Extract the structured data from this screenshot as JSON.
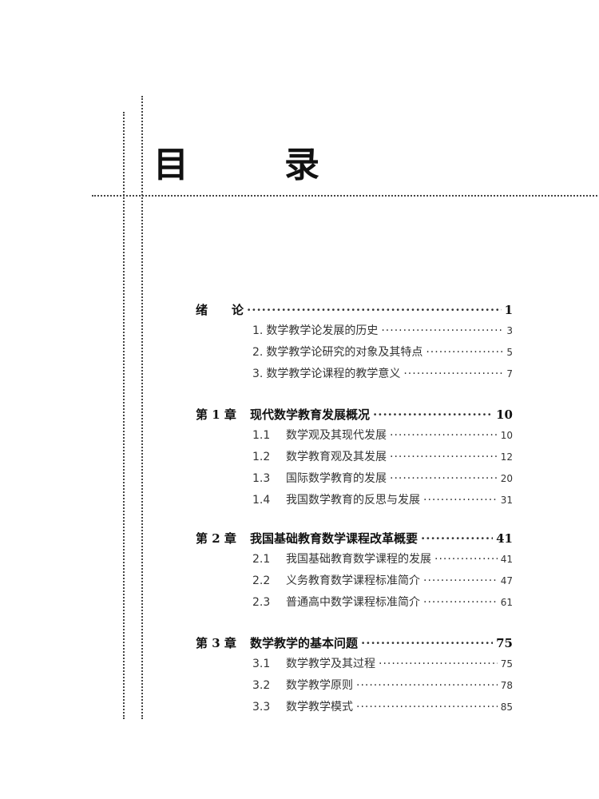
{
  "title": "目　录",
  "chapters": [
    {
      "num": "绪　　论",
      "title": "",
      "page": "1",
      "sections": [
        {
          "num": "1.",
          "title": "数学教学论发展的历史",
          "page": "3"
        },
        {
          "num": "2.",
          "title": "数学教学论研究的对象及其特点",
          "page": "5"
        },
        {
          "num": "3.",
          "title": "数学教学论课程的教学意义",
          "page": "7"
        }
      ]
    },
    {
      "num": "第 1 章",
      "title": "现代数学教育发展概况",
      "page": "10",
      "sections": [
        {
          "num": "1.1",
          "title": "数学观及其现代发展",
          "page": "10"
        },
        {
          "num": "1.2",
          "title": "数学教育观及其发展",
          "page": "12"
        },
        {
          "num": "1.3",
          "title": "国际数学教育的发展",
          "page": "20"
        },
        {
          "num": "1.4",
          "title": "我国数学教育的反思与发展",
          "page": "31"
        }
      ]
    },
    {
      "num": "第 2 章",
      "title": "我国基础教育数学课程改革概要",
      "page": "41",
      "sections": [
        {
          "num": "2.1",
          "title": "我国基础教育数学课程的发展",
          "page": "41"
        },
        {
          "num": "2.2",
          "title": "义务教育数学课程标准简介",
          "page": "47"
        },
        {
          "num": "2.3",
          "title": "普通高中数学课程标准简介",
          "page": "61"
        }
      ]
    },
    {
      "num": "第 3 章",
      "title": "数学教学的基本问题",
      "page": "75",
      "sections": [
        {
          "num": "3.1",
          "title": "数学教学及其过程",
          "page": "75"
        },
        {
          "num": "3.2",
          "title": "数学教学原则",
          "page": "78"
        },
        {
          "num": "3.3",
          "title": "数学教学模式",
          "page": "85"
        }
      ]
    }
  ]
}
